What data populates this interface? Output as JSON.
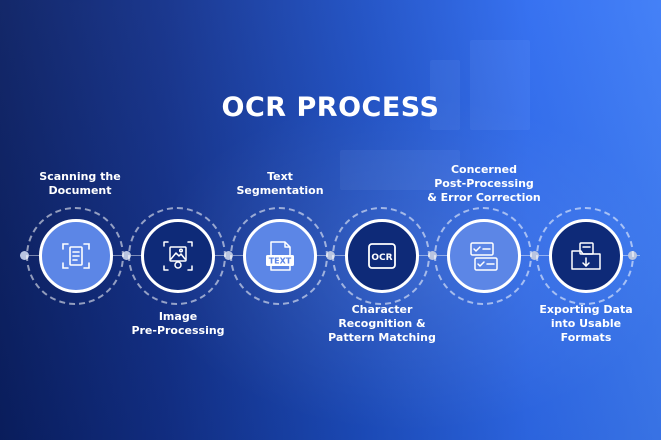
{
  "title": "OCR PROCESS",
  "steps": [
    {
      "lines": [
        "Scanning the",
        "Document"
      ],
      "icon": "document-scan-icon"
    },
    {
      "lines": [
        "Image",
        "Pre-Processing"
      ],
      "icon": "image-settings-icon"
    },
    {
      "lines": [
        "Text",
        "Segmentation"
      ],
      "icon": "text-file-icon",
      "icon_text": "TEXT"
    },
    {
      "lines": [
        "Character",
        "Recognition &",
        "Pattern Matching"
      ],
      "icon": "ocr-icon",
      "icon_text": "OCR"
    },
    {
      "lines": [
        "Concerned",
        "Post-Processing",
        "& Error Correction"
      ],
      "icon": "checklist-icon"
    },
    {
      "lines": [
        "Exporting Data",
        "into Usable",
        "Formats"
      ],
      "icon": "folder-export-icon"
    }
  ],
  "colors": {
    "circle_light": "#5c86e6",
    "circle_dark": "#0e2a78",
    "bg_left": "#0a1f63",
    "bg_right": "#3d7cf7"
  }
}
